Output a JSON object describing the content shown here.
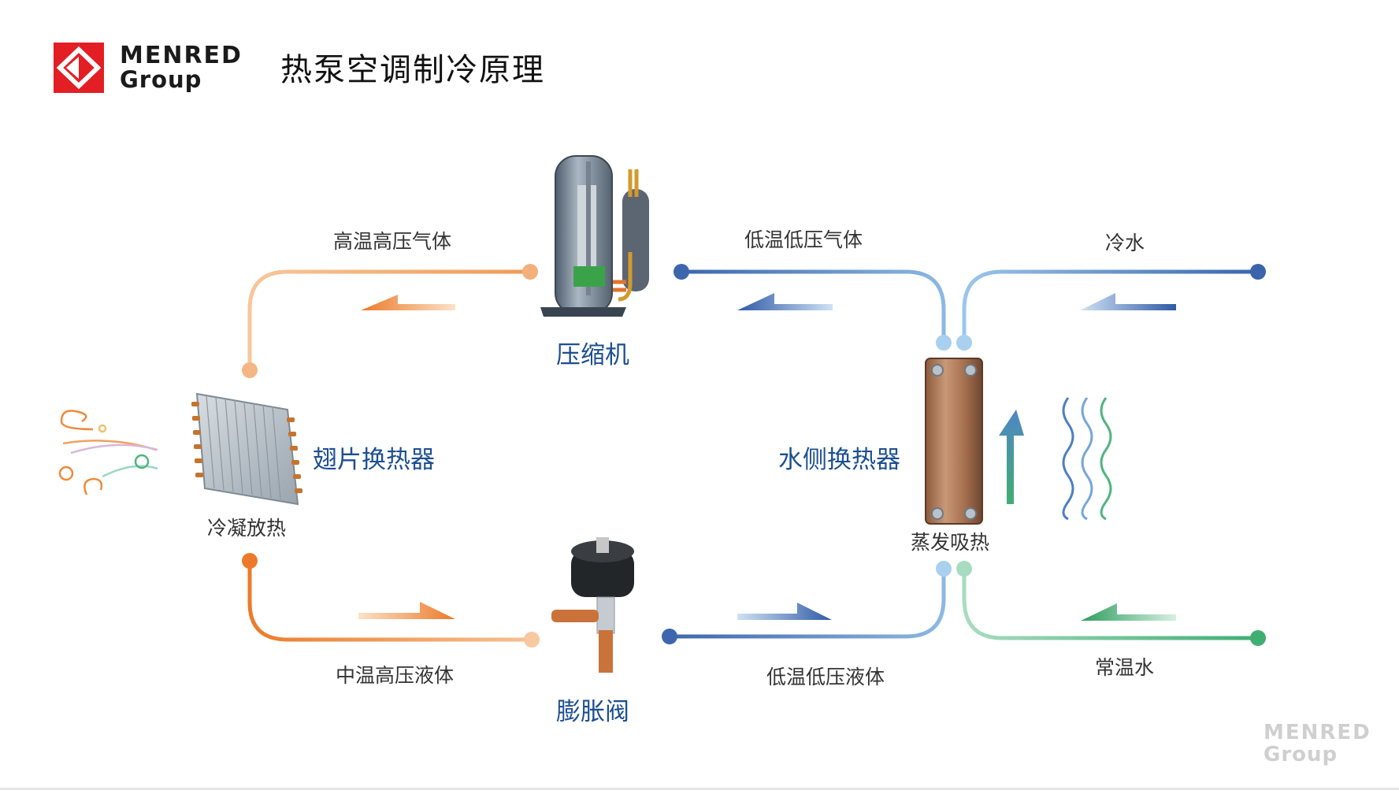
{
  "header": {
    "logo": {
      "line1": "MENRED",
      "line2": "Group"
    },
    "title": "热泵空调制冷原理"
  },
  "components": {
    "compressor": "压缩机",
    "fin_heat_exchanger": "翅片换热器",
    "water_side_heat_exchanger": "水侧换热器",
    "expansion_valve": "膨胀阀"
  },
  "pipe_labels": {
    "high_temp_high_pressure_gas": "高温高压气体",
    "low_temp_low_pressure_gas": "低温低压气体",
    "cold_water": "冷水",
    "condensing_heat_release": "冷凝放热",
    "evaporation_heat_absorption": "蒸发吸热",
    "medium_temp_high_pressure_liquid": "中温高压液体",
    "low_temp_low_pressure_liquid": "低温低压液体",
    "room_temp_water": "常温水"
  },
  "watermark": {
    "line1": "MENRED",
    "line2": "Group"
  },
  "colors": {
    "orange": "#ef8a3a",
    "blue": "#3e6fb5",
    "light_blue": "#a9d0ee",
    "green": "#4cb37e",
    "logo_red": "#e31e24",
    "title_blue": "#1d4f91"
  }
}
